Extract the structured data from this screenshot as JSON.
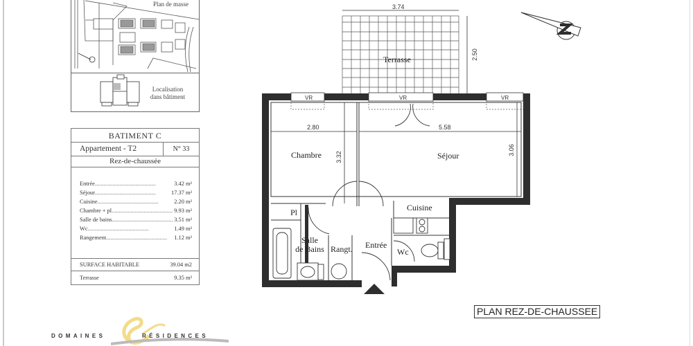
{
  "site_plan": {
    "plan_label": "Plan de masse",
    "location_label_line1": "Localisation",
    "location_label_line2": "dans bâtiment"
  },
  "summary": {
    "building": "BATIMENT C",
    "apartment_type": "Appartement  - T2",
    "apartment_number": "N° 33",
    "level": "Rez-de-chaussée",
    "rooms": [
      {
        "name": "Entrée",
        "area": "3.42 m²"
      },
      {
        "name": "Séjour",
        "area": "17.37 m²"
      },
      {
        "name": "Cuisine",
        "area": "2.20 m²"
      },
      {
        "name": "Chambre + pl",
        "area": "9.93 m²"
      },
      {
        "name": "Salle de bains",
        "area": "3.51 m²"
      },
      {
        "name": "Wc",
        "area": "1.49 m²"
      },
      {
        "name": "Rangement",
        "area": "1.12 m²"
      }
    ],
    "total_label": "SURFACE HABITABLE",
    "total_value": "39.04 m2",
    "terrace_label": "Terrasse",
    "terrace_value": "9.35 m²"
  },
  "floor_plan": {
    "title": "PLAN REZ-DE-CHAUSSEE",
    "dimensions": {
      "terrace_width": "3.74",
      "terrace_depth": "2.50",
      "chambre_width": "2.80",
      "chambre_depth": "3.32",
      "sejour_width": "5.58",
      "sejour_depth": "3.06"
    },
    "windows": [
      "VR",
      "VR",
      "VR"
    ],
    "rooms": {
      "terrasse": "Terrasse",
      "chambre": "Chambre",
      "sejour": "Séjour",
      "cuisine": "Cuisine",
      "placard": "Pl",
      "salle_de_bains_1": "Salle",
      "salle_de_bains_2": "de Bains",
      "rangement": "Rangt.",
      "entree": "Entrée",
      "wc": "Wc"
    }
  },
  "branding": {
    "left_word": "DOMAINES",
    "right_word": "RÉSIDENCES",
    "ampersand_color": "#f2dc8a"
  },
  "colors": {
    "wall": "#2e2e2e",
    "line": "#555555",
    "page": "#ffffff"
  }
}
